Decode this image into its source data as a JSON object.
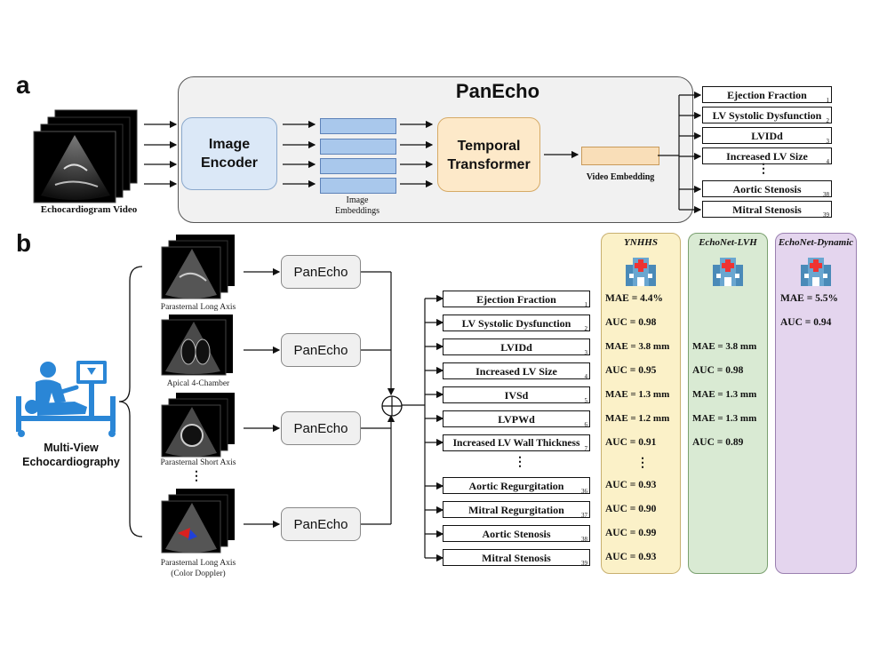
{
  "panel_a": {
    "letter": "a",
    "title": "PanEcho",
    "input_label": "Echocardiogram Video",
    "encoder_label_1": "Image",
    "encoder_label_2": "Encoder",
    "embeddings_label_1": "Image",
    "embeddings_label_2": "Embeddings",
    "transformer_label_1": "Temporal",
    "transformer_label_2": "Transformer",
    "video_embedding_label": "Video Embedding",
    "ellipsis": "⋮",
    "tasks": [
      {
        "label": "Ejection Fraction",
        "num": "1"
      },
      {
        "label": "LV Systolic Dysfunction",
        "num": "2"
      },
      {
        "label": "LVIDd",
        "num": "3"
      },
      {
        "label": "Increased LV Size",
        "num": "4"
      },
      {
        "label": "Aortic Stenosis",
        "num": "38"
      },
      {
        "label": "Mitral Stenosis",
        "num": "39"
      }
    ]
  },
  "panel_b": {
    "letter": "b",
    "multi_view_label_1": "Multi-View",
    "multi_view_label_2": "Echocardiography",
    "model_label": "PanEcho",
    "views": [
      {
        "label": "Parasternal Long Axis",
        "label2": ""
      },
      {
        "label": "Apical 4-Chamber",
        "label2": ""
      },
      {
        "label": "Parasternal Short Axis",
        "label2": ""
      },
      {
        "label": "Parasternal Long Axis",
        "label2": "(Color Doppler)"
      }
    ],
    "ellipsis": "⋮",
    "tasks": [
      {
        "label": "Ejection Fraction",
        "num": "1"
      },
      {
        "label": "LV Systolic Dysfunction",
        "num": "2"
      },
      {
        "label": "LVIDd",
        "num": "3"
      },
      {
        "label": "Increased LV Size",
        "num": "4"
      },
      {
        "label": "IVSd",
        "num": "5"
      },
      {
        "label": "LVPWd",
        "num": "6"
      },
      {
        "label": "Increased LV Wall Thickness",
        "num": "7"
      },
      {
        "label": "Aortic Regurgitation",
        "num": "36"
      },
      {
        "label": "Mitral Regurgitation",
        "num": "37"
      },
      {
        "label": "Aortic Stenosis",
        "num": "38"
      },
      {
        "label": "Mitral Stenosis",
        "num": "39"
      }
    ],
    "cohorts": [
      {
        "name": "YNHHS",
        "color": "#fbf1c8",
        "border": "#c8b070",
        "metrics": [
          "MAE = 4.4%",
          "AUC = 0.98",
          "MAE = 3.8 mm",
          "AUC = 0.95",
          "MAE = 1.3 mm",
          "MAE = 1.2 mm",
          "AUC = 0.91",
          "⋮",
          "AUC = 0.93",
          "AUC = 0.90",
          "AUC = 0.99",
          "AUC = 0.93"
        ]
      },
      {
        "name": "EchoNet-LVH",
        "color": "#d9ead3",
        "border": "#7aa070",
        "metrics": [
          "",
          "",
          "MAE = 3.8 mm",
          "AUC = 0.98",
          "MAE = 1.3 mm",
          "MAE = 1.3 mm",
          "AUC = 0.89",
          "",
          "",
          "",
          "",
          ""
        ]
      },
      {
        "name": "EchoNet-Dynamic",
        "color": "#e4d5ee",
        "border": "#9a80b0",
        "metrics": [
          "MAE = 5.5%",
          "AUC = 0.94",
          "",
          "",
          "",
          "",
          "",
          "",
          "",
          "",
          "",
          ""
        ]
      }
    ]
  },
  "colors": {
    "encoder_fill": "#dbe8f7",
    "transformer_fill": "#fde9c9",
    "embedding_fill": "#a9c8ec",
    "video_embedding_fill": "#f9deb8",
    "panecho_panel_fill": "#f1f1f1"
  },
  "icons": [
    "echo-video-stack-icon",
    "hospital-icon",
    "sonographer-patient-icon",
    "sum-node-icon"
  ]
}
